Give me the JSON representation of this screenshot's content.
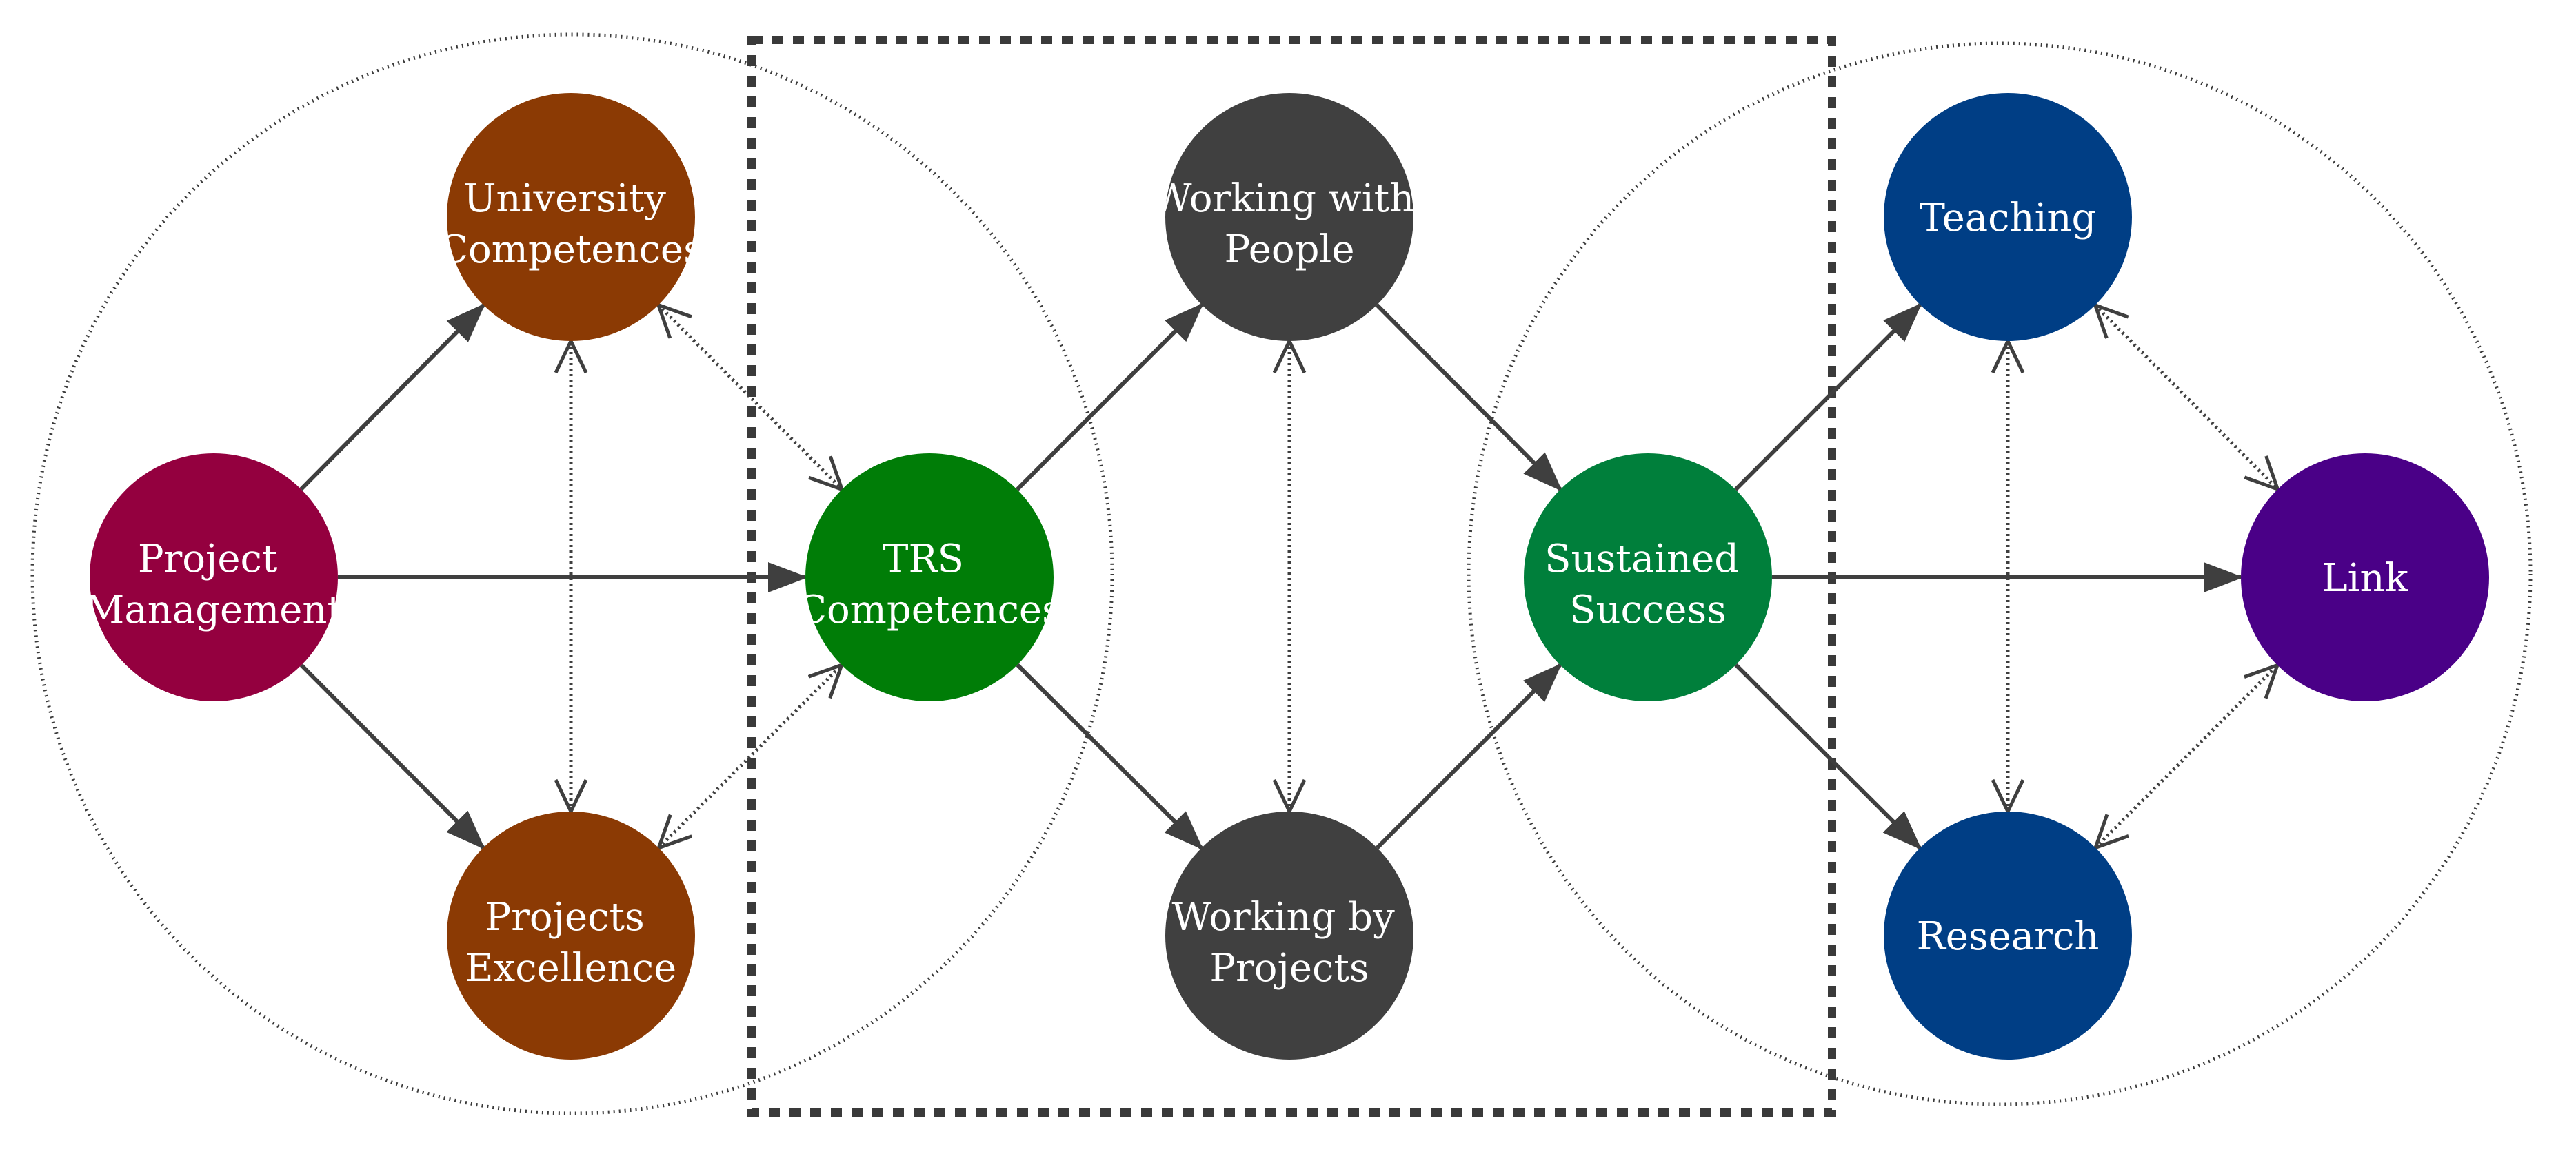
{
  "diagram": {
    "nodes": [
      {
        "id": "project-management",
        "lines": [
          "Project",
          "Management"
        ],
        "color": "#94003f"
      },
      {
        "id": "university-competences",
        "lines": [
          "University",
          "Competences"
        ],
        "color": "#8b3a04"
      },
      {
        "id": "projects-excellence",
        "lines": [
          "Projects",
          "Excellence"
        ],
        "color": "#8b3a04"
      },
      {
        "id": "trs-competences",
        "lines": [
          "TRS",
          "Competences"
        ],
        "color": "#007d07"
      },
      {
        "id": "working-with-people",
        "lines": [
          "Working with",
          "People"
        ],
        "color": "#404040"
      },
      {
        "id": "working-by-projects",
        "lines": [
          "Working by",
          "Projects"
        ],
        "color": "#404040"
      },
      {
        "id": "sustained-success",
        "lines": [
          "Sustained",
          "Success"
        ],
        "color": "#007f3b"
      },
      {
        "id": "teaching",
        "lines": [
          "Teaching"
        ],
        "color": "#003e85"
      },
      {
        "id": "research",
        "lines": [
          "Research"
        ],
        "color": "#003e85"
      },
      {
        "id": "link",
        "lines": [
          "Link"
        ],
        "color": "#4a0087"
      }
    ],
    "solid_arrows": [
      {
        "from": "project-management",
        "to": "university-competences"
      },
      {
        "from": "project-management",
        "to": "trs-competences"
      },
      {
        "from": "project-management",
        "to": "projects-excellence"
      },
      {
        "from": "trs-competences",
        "to": "working-with-people"
      },
      {
        "from": "trs-competences",
        "to": "working-by-projects"
      },
      {
        "from": "working-with-people",
        "to": "sustained-success"
      },
      {
        "from": "working-by-projects",
        "to": "sustained-success"
      },
      {
        "from": "sustained-success",
        "to": "teaching"
      },
      {
        "from": "sustained-success",
        "to": "link"
      },
      {
        "from": "sustained-success",
        "to": "research"
      }
    ],
    "dotted_arrows": [
      {
        "from": "university-competences",
        "to": "projects-excellence"
      },
      {
        "from": "university-competences",
        "to": "trs-competences"
      },
      {
        "from": "projects-excellence",
        "to": "trs-competences"
      },
      {
        "from": "working-with-people",
        "to": "working-by-projects"
      },
      {
        "from": "teaching",
        "to": "research"
      },
      {
        "from": "teaching",
        "to": "link"
      },
      {
        "from": "research",
        "to": "link"
      }
    ],
    "colors": {
      "arrow": "#3f3f3f",
      "frame": "#3a3a3a",
      "group_outline": "#3a3a3a"
    }
  }
}
